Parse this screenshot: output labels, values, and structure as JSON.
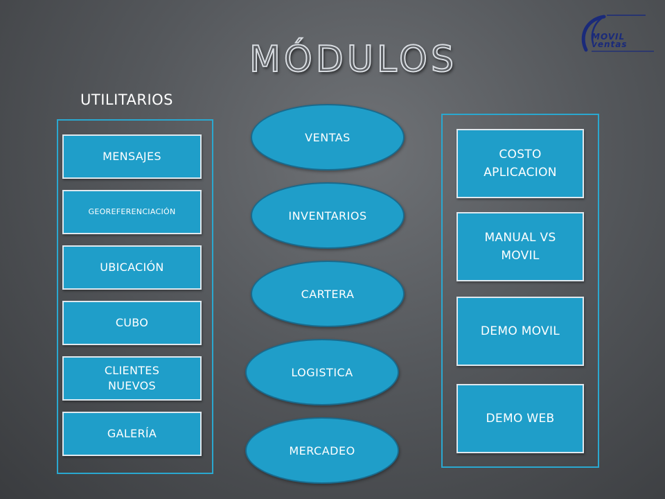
{
  "title": "MÓDULOS",
  "logo": {
    "line1": "MOVIL",
    "line2": "ventas"
  },
  "utilitarios": {
    "label": "UTILITARIOS",
    "items": [
      "MENSAJES",
      "GEOREFERENCIACIÓN",
      "UBICACIÓN",
      "CUBO",
      "CLIENTES NUEVOS",
      "GALERÍA"
    ]
  },
  "modules": [
    "VENTAS",
    "INVENTARIOS",
    "CARTERA",
    "LOGISTICA",
    "MERCADEO"
  ],
  "right": {
    "items": [
      "COSTO APLICACION",
      "MANUAL VS MOVIL",
      "DEMO MOVIL",
      "DEMO WEB"
    ]
  },
  "colors": {
    "box": "#1f9ec9",
    "border": "#2aa8d0",
    "background": "#55585c"
  }
}
